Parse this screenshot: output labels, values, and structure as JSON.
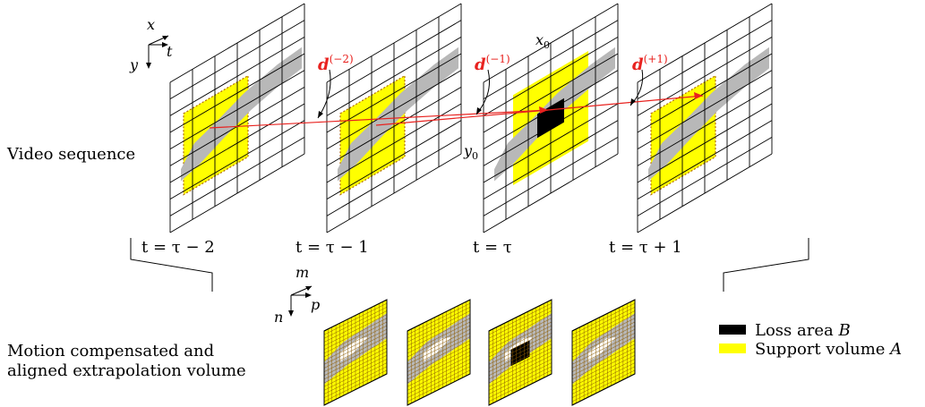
{
  "labels": {
    "video_sequence": "Video sequence",
    "extrapolation_line1": "Motion compensated and",
    "extrapolation_line2": "aligned extrapolation volume"
  },
  "axes_top": {
    "x": "x",
    "t": "t",
    "y": "y"
  },
  "axes_bottom": {
    "m": "m",
    "p": "p",
    "n": "n"
  },
  "frames": [
    {
      "time": "t = τ − 2"
    },
    {
      "time": "t = τ − 1"
    },
    {
      "time": "t = τ"
    },
    {
      "time": "t = τ + 1"
    }
  ],
  "coords": {
    "x0": "x",
    "x0_sub": "0",
    "y0": "y",
    "y0_sub": "0"
  },
  "vectors": [
    {
      "base": "d",
      "sup": "(−2)"
    },
    {
      "base": "d",
      "sup": "(−1)"
    },
    {
      "base": "d",
      "sup": "(+1)"
    }
  ],
  "legend": {
    "loss_text": "Loss area ",
    "loss_symbol": "B",
    "support_text": "Support volume ",
    "support_symbol": "A"
  },
  "colors": {
    "support": "#ffff00",
    "loss": "#000000",
    "vector": "#e8221f",
    "car": "#b8b8b8"
  }
}
